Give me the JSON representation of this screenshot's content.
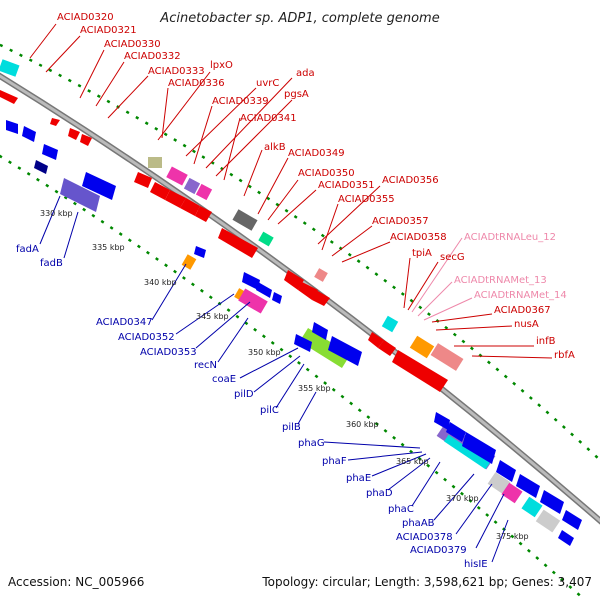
{
  "title": "Acinetobacter sp. ADP1, complete genome",
  "footer": {
    "accession": "Accession: NC_005966",
    "topology": "Topology: circular; Length: 3,598,621 bp; Genes: 3,407"
  },
  "kbp_ticks": [
    "330 kbp",
    "335 kbp",
    "340 kbp",
    "345 kbp",
    "350 kbp",
    "355 kbp",
    "360 kbp",
    "365 kbp",
    "370 kbp",
    "375 kbp"
  ],
  "forward_genes": [
    "ACIAD0320",
    "ACIAD0321",
    "ACIAD0330",
    "ACIAD0332",
    "ACIAD0333",
    "lpxO",
    "ACIAD0336",
    "uvrC",
    "ada",
    "ACIAD0339",
    "pgsA",
    "ACIAD0341",
    "alkB",
    "ACIAD0349",
    "ACIAD0350",
    "ACIAD0351",
    "ACIAD0356",
    "ACIAD0355",
    "ACIAD0357",
    "ACIAD0358",
    "tpiA",
    "secG",
    "ACIAD0367",
    "nusA",
    "infB",
    "rbfA"
  ],
  "rna_genes": [
    "ACIADtRNALeu_12",
    "ACIADtRNAMet_13",
    "ACIADtRNAMet_14"
  ],
  "reverse_genes": [
    "fadA",
    "fadB",
    "ACIAD0347",
    "ACIAD0352",
    "ACIAD0353",
    "recN",
    "coaE",
    "pilD",
    "pilC",
    "pilB",
    "phaG",
    "phaF",
    "phaE",
    "phaD",
    "phaC",
    "phaAB",
    "ACIAD0378",
    "ACIAD0379",
    "hisIE"
  ],
  "colors": {
    "forward": "#ee0000",
    "reverse": "#0000ee",
    "rna": "#ee88aa",
    "backbone": "#999999",
    "gc_dots": "#008800"
  }
}
